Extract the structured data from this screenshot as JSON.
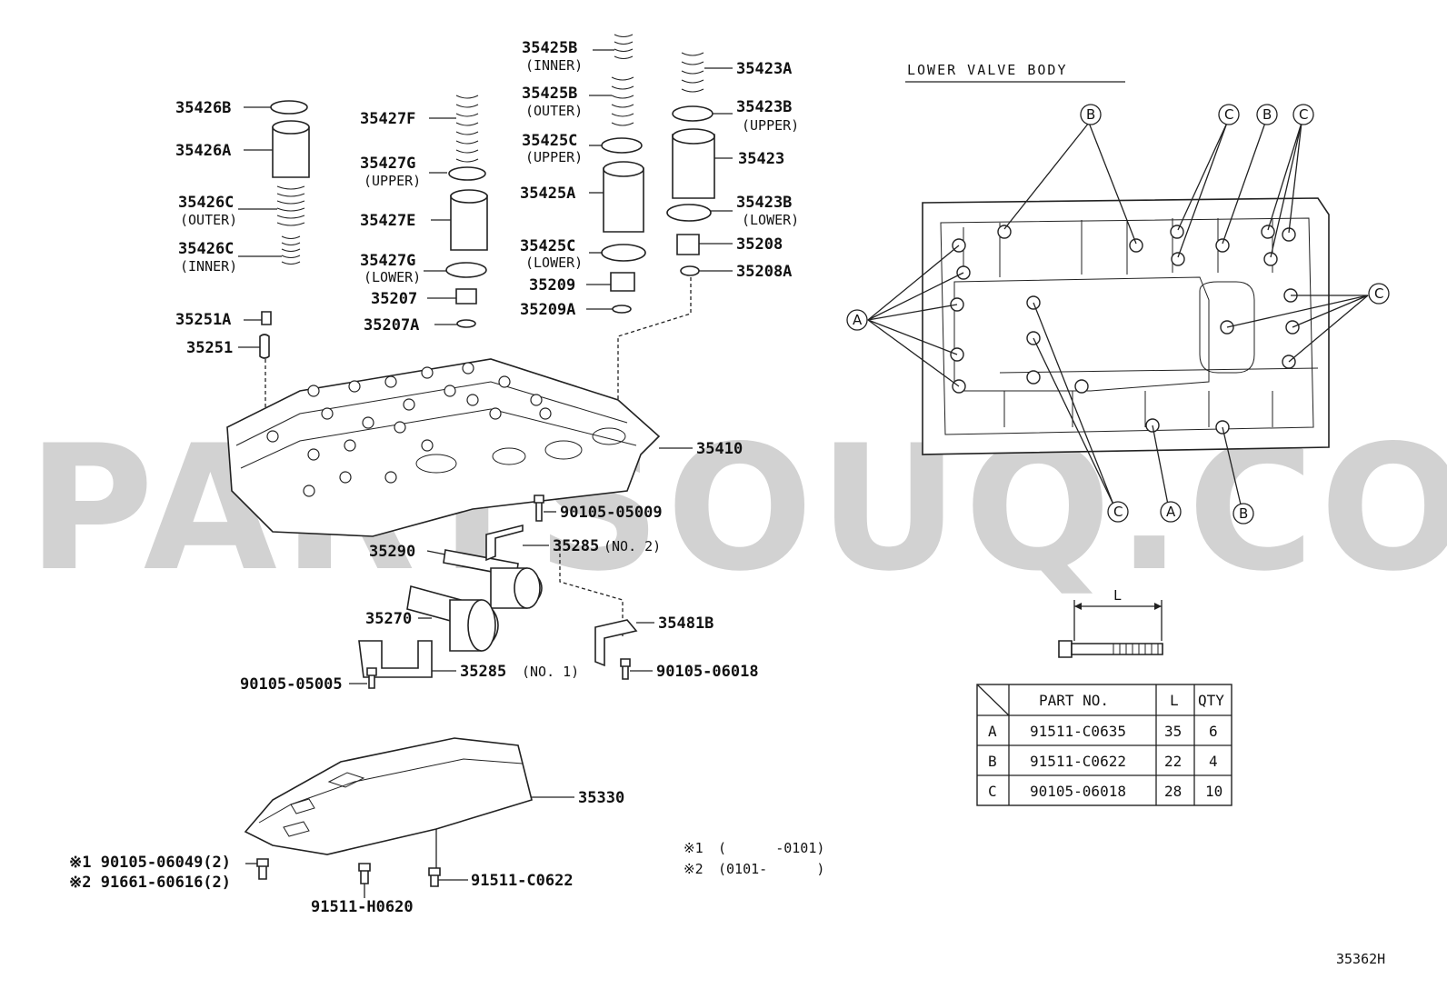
{
  "watermark": "PARTSOUQ.COM",
  "section_title": "LOWER VALVE BODY",
  "diagram_code": "35362H",
  "footnotes": [
    {
      "mark": "※1",
      "range": "(      -0101)"
    },
    {
      "mark": "※2",
      "range": "(0101-      )"
    }
  ],
  "callouts": {
    "p35426B": "35426B",
    "p35426A": "35426A",
    "p35426C_outer": "35426C",
    "p35426C_outer_note": "(OUTER)",
    "p35426C_inner": "35426C",
    "p35426C_inner_note": "(INNER)",
    "p35251A": "35251A",
    "p35251": "35251",
    "p35427F": "35427F",
    "p35427G_upper": "35427G",
    "p35427G_upper_note": "(UPPER)",
    "p35427E": "35427E",
    "p35427G_lower": "35427G",
    "p35427G_lower_note": "(LOWER)",
    "p35207": "35207",
    "p35207A": "35207A",
    "p35425B_inner": "35425B",
    "p35425B_inner_note": "(INNER)",
    "p35425B_outer": "35425B",
    "p35425B_outer_note": "(OUTER)",
    "p35425C_upper": "35425C",
    "p35425C_upper_note": "(UPPER)",
    "p35425A": "35425A",
    "p35425C_lower": "35425C",
    "p35425C_lower_note": "(LOWER)",
    "p35209": "35209",
    "p35209A": "35209A",
    "p35423A": "35423A",
    "p35423B_upper": "35423B",
    "p35423B_upper_note": "(UPPER)",
    "p35423": "35423",
    "p35423B_lower": "35423B",
    "p35423B_lower_note": "(LOWER)",
    "p35208": "35208",
    "p35208A": "35208A",
    "p35410": "35410",
    "p90105_05009": "90105-05009",
    "p35285_no2": "35285",
    "p35285_no2_note": "(NO. 2)",
    "p35290": "35290",
    "p35270": "35270",
    "p35481B": "35481B",
    "p35285_no1": "35285",
    "p35285_no1_note": "(NO. 1)",
    "p90105_05005": "90105-05005",
    "p90105_06018": "90105-06018",
    "p35330": "35330",
    "p90105_06049": "※1 90105-06049(2)",
    "p91661_60616": "※2 91661-60616(2)",
    "p91511_C0622": "91511-C0622",
    "p91511_H0620": "91511-H0620"
  },
  "bolt_key": {
    "A": "A",
    "B": "B",
    "C": "C"
  },
  "bolt_dimension": "L",
  "bolt_table": {
    "headers": [
      "PART NO.",
      "L",
      "QTY"
    ],
    "rows": [
      {
        "key": "A",
        "part": "91511-C0635",
        "l": "35",
        "qty": "6"
      },
      {
        "key": "B",
        "part": "91511-C0622",
        "l": "22",
        "qty": "4"
      },
      {
        "key": "C",
        "part": "90105-06018",
        "l": "28",
        "qty": "10"
      }
    ]
  }
}
